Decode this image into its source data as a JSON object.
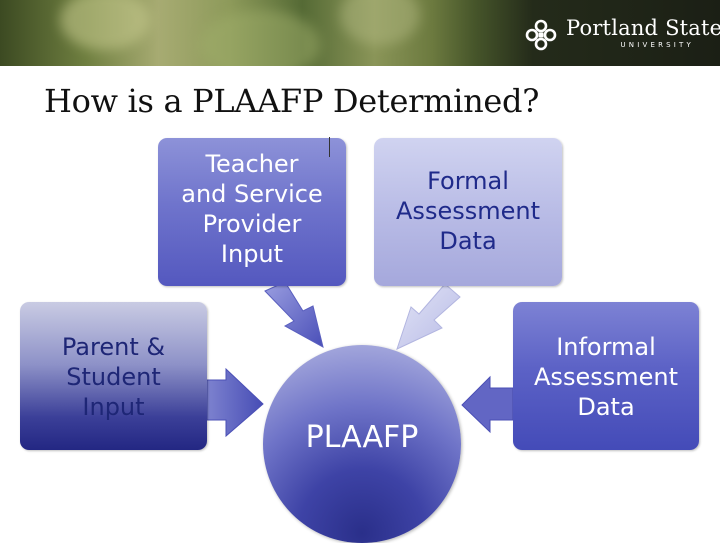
{
  "header": {
    "logo_title": "Portland State",
    "logo_subtitle": "UNIVERSITY",
    "logo_mark_icon": "psu-mark-icon"
  },
  "slide": {
    "title": "How is a PLAAFP Determined?"
  },
  "diagram": {
    "center_label": "PLAAFP",
    "inputs": {
      "teacher": [
        "Teacher",
        "and Service",
        "Provider",
        "Input"
      ],
      "formal": [
        "Formal",
        "Assessment",
        "Data"
      ],
      "parent": [
        "Parent &",
        "Student",
        "Input"
      ],
      "informal": [
        "Informal",
        "Assessment",
        "Data"
      ]
    }
  },
  "colors": {
    "teacher_box": "#6f74cc",
    "formal_box": "#b9bce6",
    "parent_box": "#3b3f98",
    "informal_box": "#5c62c6",
    "center_circle": "#3e43a6"
  }
}
